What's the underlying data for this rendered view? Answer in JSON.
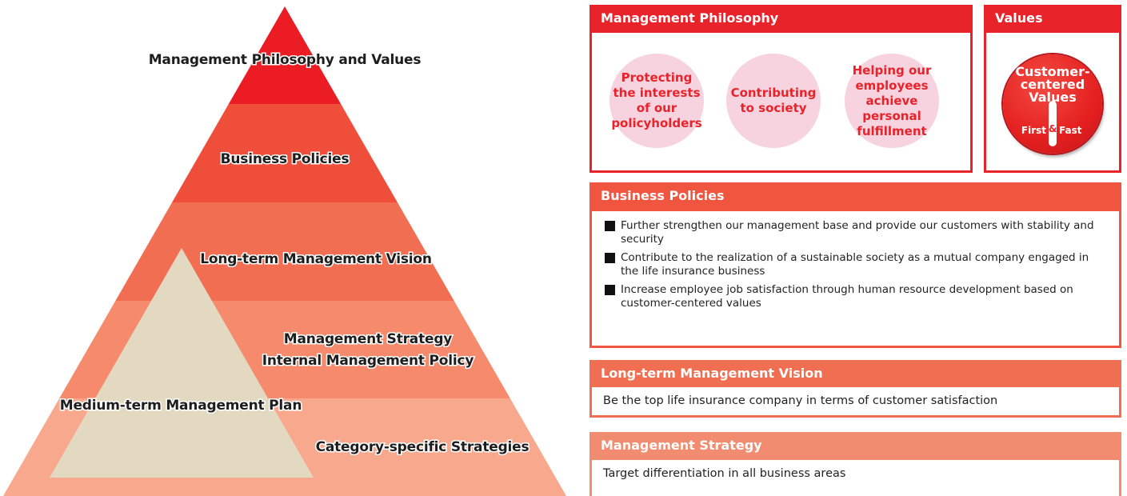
{
  "pyramid": {
    "levels": [
      {
        "label": "Management Philosophy and Values",
        "color": "#ec1c24"
      },
      {
        "label": "Business Policies",
        "color": "#ef4f3a"
      },
      {
        "label": "Long-term Management Vision",
        "color": "#f26e53"
      },
      {
        "label": "Management Strategy",
        "label2": "Internal Management Policy",
        "color": "#f58a6d"
      },
      {
        "label": "Category-specific Strategies",
        "color": "#f8a88c"
      }
    ],
    "inner": {
      "label": "Medium-term Management Plan",
      "color": "#e3d9c1"
    }
  },
  "philosophy": {
    "title": "Management Philosophy",
    "items": [
      "Protecting\nthe interests\nof our\npolicyholders",
      "Contributing\nto society",
      "Helping our\nemployees\nachieve\npersonal\nfulfillment"
    ]
  },
  "values": {
    "title": "Values",
    "badge_title": "Customer-\ncentered\nValues",
    "badge_left": "First",
    "badge_amp": "&",
    "badge_right": "Fast"
  },
  "policies": {
    "title": "Business Policies",
    "items": [
      "Further strengthen our management base and provide our customers with stability and security",
      "Contribute to the realization of a sustainable society as a mutual company engaged in the life insurance business",
      "Increase employee job satisfaction through human resource development based on customer-centered values"
    ]
  },
  "vision": {
    "title": "Long-term Management Vision",
    "text": "Be the top life insurance company in terms of customer satisfaction"
  },
  "strategy": {
    "title": "Management Strategy",
    "text": "Target differentiation in all business areas"
  },
  "colors": {
    "philosophy": "#e8232a",
    "policies": "#ef553f",
    "vision": "#f06f53",
    "strategy": "#f18c71",
    "circle_fill": "#f7d3e0"
  }
}
